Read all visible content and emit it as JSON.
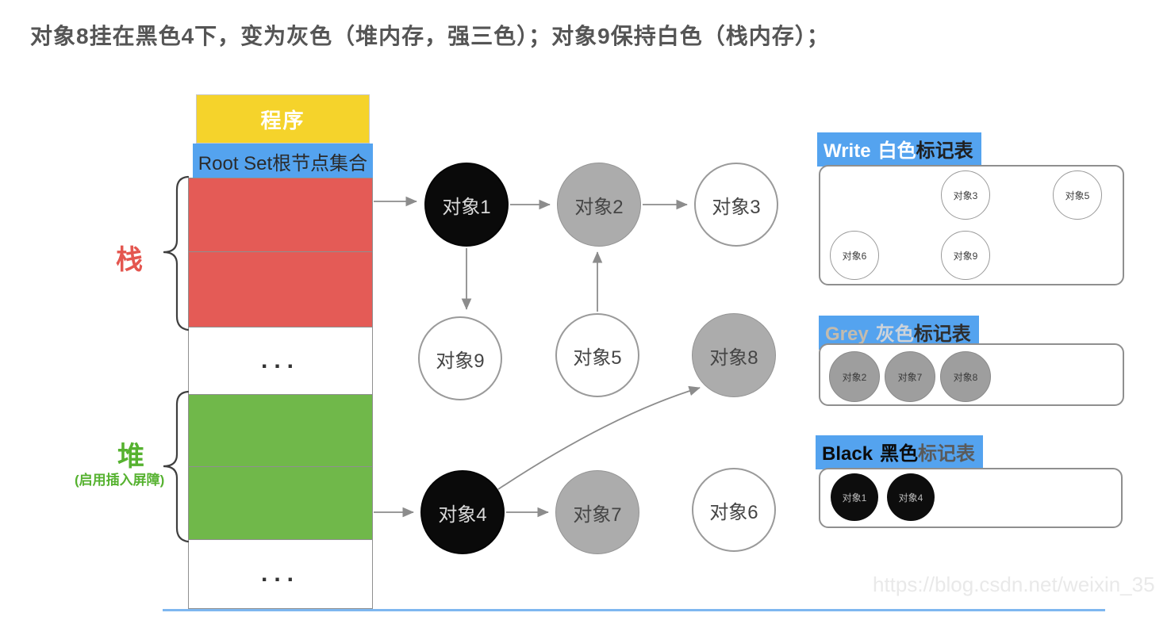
{
  "title": "对象8挂在黑色4下，变为灰色（堆内存，强三色）；对象9保持白色（栈内存）；",
  "memory": {
    "program": "程序",
    "root_set": "Root Set根节点集合",
    "stack_label": "栈",
    "heap_label": "堆",
    "heap_note": "(启用插入屏障)",
    "ellipsis_top": "...",
    "ellipsis_bottom": "..."
  },
  "colors": {
    "program_yellow": "#F5D32B",
    "header_blue": "#54A3EF",
    "stack_red": "#E45B56",
    "heap_green": "#70B84A",
    "node_black": "#0A0A0A",
    "node_gray": "#ACACAC",
    "node_white": "#FFFFFF",
    "arrow_gray": "#8C8C8C",
    "bottom_line_blue": "#7EB7F0"
  },
  "graph": {
    "nodes": [
      {
        "label": "对象1",
        "color": "black"
      },
      {
        "label": "对象2",
        "color": "gray"
      },
      {
        "label": "对象3",
        "color": "white"
      },
      {
        "label": "对象4",
        "color": "black"
      },
      {
        "label": "对象5",
        "color": "white"
      },
      {
        "label": "对象6",
        "color": "white"
      },
      {
        "label": "对象7",
        "color": "gray"
      },
      {
        "label": "对象8",
        "color": "gray"
      },
      {
        "label": "对象9",
        "color": "white"
      }
    ],
    "edges": [
      "RootSet(栈)→对象1",
      "对象1→对象2",
      "对象2→对象3",
      "对象1→对象9",
      "对象5→对象2",
      "堆→对象4",
      "对象4→对象7",
      "对象4→对象8"
    ]
  },
  "tables": [
    {
      "header_en": "Write",
      "header_color_word": "白色",
      "header_suffix": "标记表",
      "items": [
        "对象3",
        "对象5",
        "对象6",
        "对象9"
      ]
    },
    {
      "header_en": "Grey",
      "header_color_word": "灰色",
      "header_suffix": "标记表",
      "items": [
        "对象2",
        "对象7",
        "对象8"
      ]
    },
    {
      "header_en": "Black",
      "header_color_word": "黑色",
      "header_suffix": "标记表",
      "items": [
        "对象1",
        "对象4"
      ]
    }
  ],
  "watermark": "https://blog.csdn.net/weixin_35"
}
